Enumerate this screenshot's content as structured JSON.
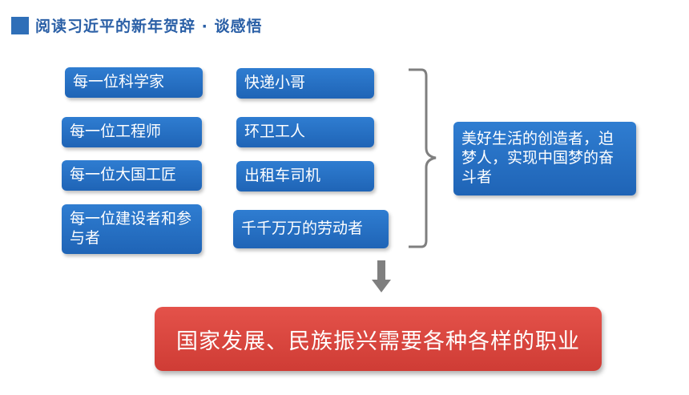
{
  "header": {
    "title": "阅读习近平的新年贺辞 · 谈感悟"
  },
  "left_column": [
    "每一位科学家",
    "每一位工程师",
    "每一位大国工匠",
    "每一位建设者和参与者"
  ],
  "middle_column": [
    "快递小哥",
    "环卫工人",
    "出租车司机",
    "千千万万的劳动者"
  ],
  "summary": "美好生活的创造者，迫梦人，实现中国梦的奋斗者",
  "conclusion": "国家发展、民族振兴需要各种各样的职业",
  "colors": {
    "box_blue": "#2a72c8",
    "header_blue": "#2a5fa6",
    "conclusion_red": "#d9443d",
    "arrow_gray": "#7f7f7f"
  }
}
